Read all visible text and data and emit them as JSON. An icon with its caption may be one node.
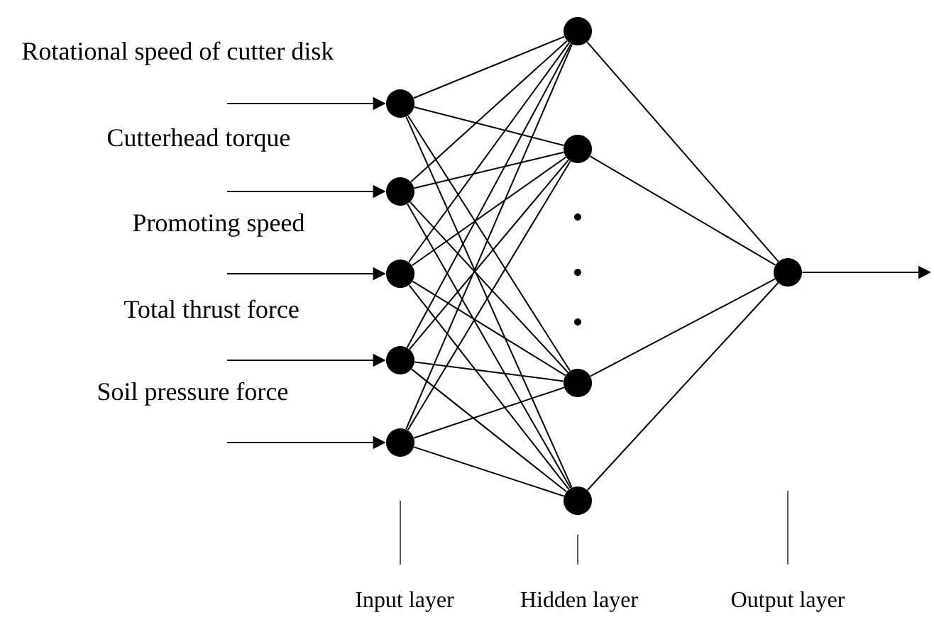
{
  "diagram": {
    "nodes": [
      {
        "text": [],
        "shape": "circle"
      },
      {
        "text": [],
        "shape": "circle"
      },
      {
        "text": [],
        "shape": "circle"
      },
      {
        "text": [],
        "shape": "circle"
      },
      {
        "text": [],
        "shape": "circle"
      },
      {
        "text": [],
        "shape": "circle"
      },
      {
        "text": [],
        "shape": "circle"
      },
      {
        "text": [],
        "shape": "circle"
      },
      {
        "text": [],
        "shape": "circle"
      },
      {
        "text": [],
        "shape": "circle"
      }
    ],
    "edges": [
      {
        "from": null,
        "to": 0,
        "arrow": "to",
        "label": "Rotational speed of cutter disk"
      },
      {
        "from": null,
        "to": 1,
        "arrow": "to",
        "label": "Cutterhead torque"
      },
      {
        "from": null,
        "to": 2,
        "arrow": "to",
        "label": "Promoting speed"
      },
      {
        "from": null,
        "to": 3,
        "arrow": "to",
        "label": "Total thrust force"
      },
      {
        "from": null,
        "to": 4,
        "arrow": "to",
        "label": "Soil pressure force"
      },
      {
        "from": 0,
        "to": 5,
        "arrow": "none"
      },
      {
        "from": 0,
        "to": 6,
        "arrow": "none"
      },
      {
        "from": 0,
        "to": 7,
        "arrow": "none"
      },
      {
        "from": 0,
        "to": 8,
        "arrow": "none"
      },
      {
        "from": 1,
        "to": 5,
        "arrow": "none"
      },
      {
        "from": 1,
        "to": 6,
        "arrow": "none"
      },
      {
        "from": 1,
        "to": 7,
        "arrow": "none"
      },
      {
        "from": 1,
        "to": 8,
        "arrow": "none"
      },
      {
        "from": 2,
        "to": 5,
        "arrow": "none"
      },
      {
        "from": 2,
        "to": 6,
        "arrow": "none"
      },
      {
        "from": 2,
        "to": 7,
        "arrow": "none"
      },
      {
        "from": 2,
        "to": 8,
        "arrow": "none"
      },
      {
        "from": 3,
        "to": 5,
        "arrow": "none"
      },
      {
        "from": 3,
        "to": 6,
        "arrow": "none"
      },
      {
        "from": 3,
        "to": 7,
        "arrow": "none"
      },
      {
        "from": 3,
        "to": 8,
        "arrow": "none"
      },
      {
        "from": 4,
        "to": 5,
        "arrow": "none"
      },
      {
        "from": 4,
        "to": 6,
        "arrow": "none"
      },
      {
        "from": 4,
        "to": 7,
        "arrow": "none"
      },
      {
        "from": 4,
        "to": 8,
        "arrow": "none"
      },
      {
        "from": 5,
        "to": 9,
        "arrow": "none"
      },
      {
        "from": 6,
        "to": 9,
        "arrow": "none"
      },
      {
        "from": 7,
        "to": 9,
        "arrow": "none"
      },
      {
        "from": 8,
        "to": 9,
        "arrow": "none"
      },
      {
        "from": 9,
        "to": null,
        "arrow": "to"
      }
    ],
    "labels": [
      "Input layer",
      "Hidden layer",
      "Output layer"
    ]
  }
}
